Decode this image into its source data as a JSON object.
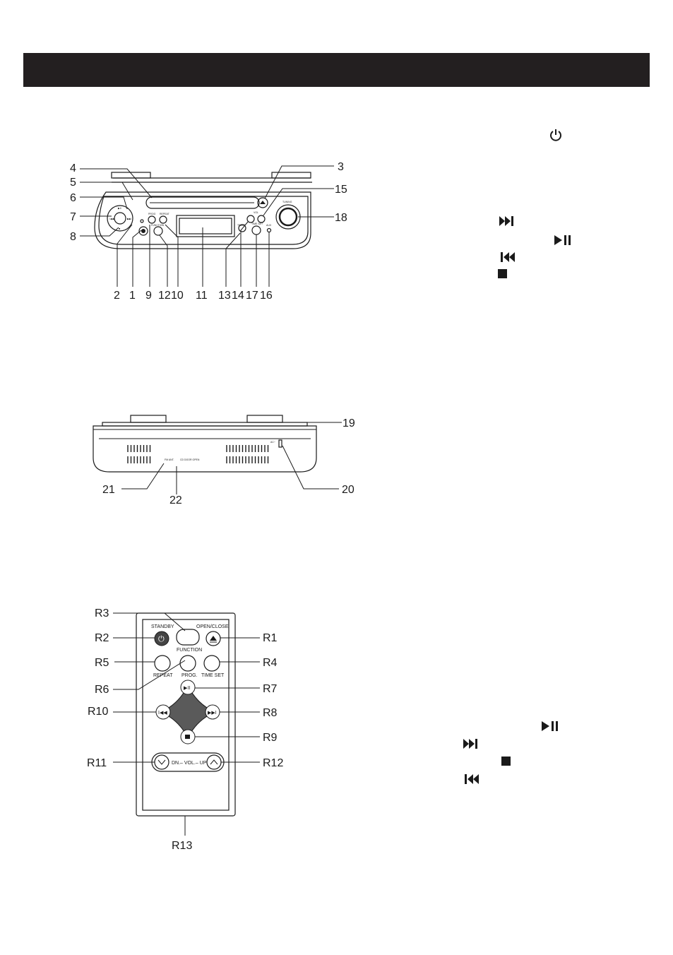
{
  "front_panel": {
    "callouts": [
      "1",
      "2",
      "3",
      "4",
      "5",
      "6",
      "7",
      "8",
      "9",
      "10",
      "11",
      "12",
      "13",
      "14",
      "15",
      "16",
      "17",
      "18"
    ],
    "panel_text": {
      "prog": "PROG",
      "repeat": "REPEAT",
      "function": "FUNCTION",
      "vol": "VOL",
      "timer": "TIMER",
      "time_set": "TIME SET",
      "tuning": "TUNING",
      "aux": "AUX"
    }
  },
  "bottom_panel": {
    "callouts": [
      "19",
      "20",
      "21",
      "22"
    ],
    "panel_text": {
      "fm_ant": "FM ANT.",
      "cd_door": "CD DOOR OPEN",
      "ac": "AC~"
    }
  },
  "remote": {
    "callouts": [
      "R1",
      "R2",
      "R3",
      "R4",
      "R5",
      "R6",
      "R7",
      "R8",
      "R9",
      "R10",
      "R11",
      "R12",
      "R13"
    ],
    "button_text": {
      "standby": "STANDBY",
      "open_close": "OPEN/CLOSE",
      "function": "FUNCTION",
      "repeat": "REPEAT",
      "prog": "PROG.",
      "time_set": "TIME SET",
      "vol": "DN.– VOL.– UP"
    }
  },
  "icons": [
    "power-icon",
    "next-track-icon",
    "play-pause-icon",
    "prev-track-icon",
    "stop-icon",
    "play-pause-icon",
    "next-track-icon",
    "stop-icon",
    "prev-track-icon"
  ]
}
